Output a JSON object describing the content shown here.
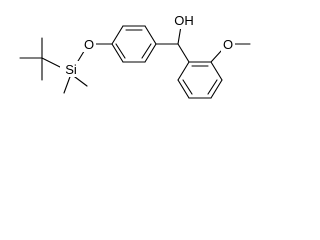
{
  "molecule": {
    "atoms": {
      "o_ether": "O",
      "si": "Si",
      "oh": "OH",
      "o_methoxy": "O"
    }
  }
}
